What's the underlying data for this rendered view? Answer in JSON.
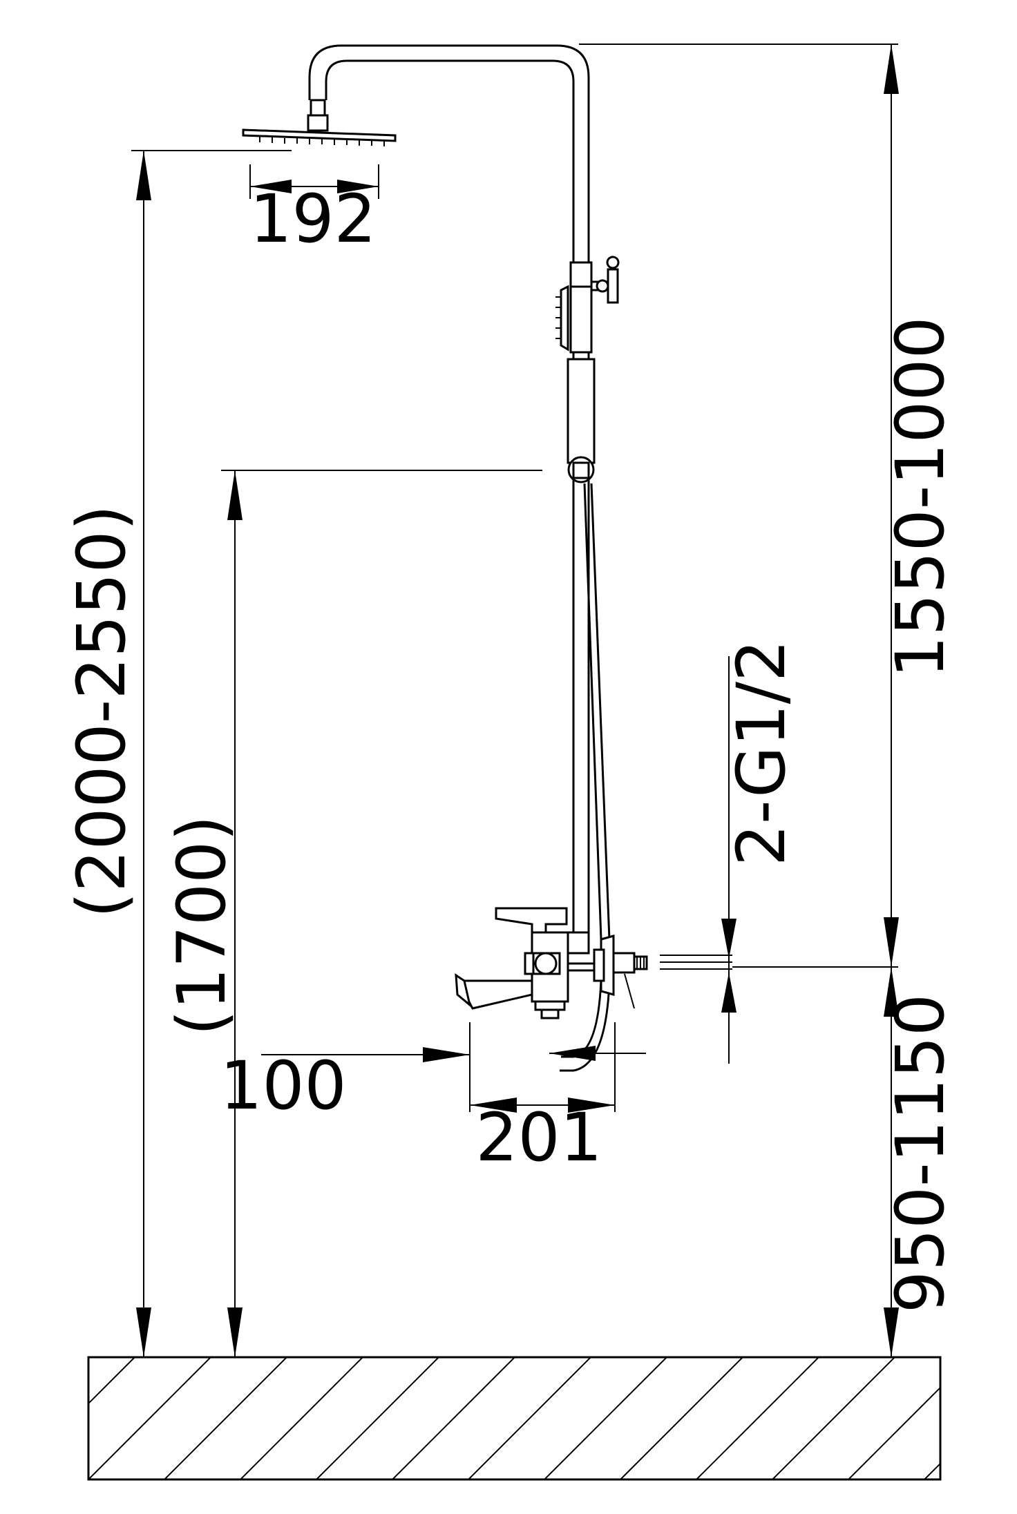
{
  "dimensions": {
    "head_width": "192",
    "total_height": "(2000-2550)",
    "holder_height": "(1700)",
    "riser_range": "1550-1000",
    "mixer_height": "950-1150",
    "inlet_thread": "2-G1/2",
    "wall_offset": "100",
    "mixer_width": "201"
  },
  "colors": {
    "line": "#000000",
    "background": "#ffffff"
  }
}
